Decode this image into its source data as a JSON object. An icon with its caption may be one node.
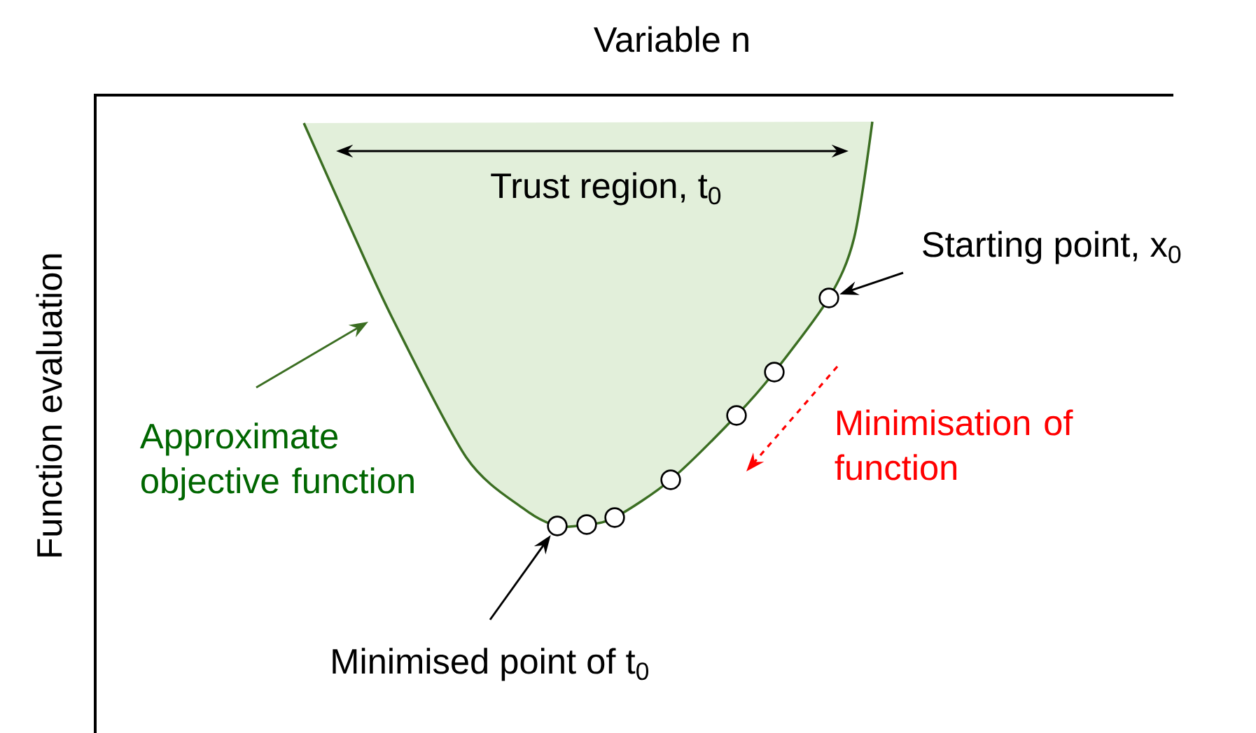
{
  "diagram": {
    "nodes": [
      {
        "text": [
          "Trust region, t$_{0}$"
        ]
      },
      {
        "text": [
          "Approximate objective function"
        ]
      },
      {
        "text": [
          "Starting point, x$_{0}$"
        ]
      },
      {
        "text": [
          "Minimisation of function"
        ]
      },
      {
        "text": [
          "Minimised point of t$_{0}$"
        ]
      },
      {
        "text": [],
        "shape": "circle"
      },
      {
        "text": [],
        "shape": "circle"
      },
      {
        "text": [],
        "shape": "circle"
      },
      {
        "text": [],
        "shape": "circle"
      },
      {
        "text": [],
        "shape": "circle"
      },
      {
        "text": [],
        "shape": "circle"
      },
      {
        "text": [],
        "shape": "circle"
      }
    ],
    "edges": [
      {
        "from": 1,
        "to": 0,
        "arrow": "to",
        "color": "#3b6e22"
      },
      {
        "from": 2,
        "to": 11,
        "arrow": "to"
      },
      {
        "from": 4,
        "to": 5,
        "arrow": "to"
      }
    ],
    "labels": [
      "Variable n",
      "Function evaluation"
    ]
  }
}
